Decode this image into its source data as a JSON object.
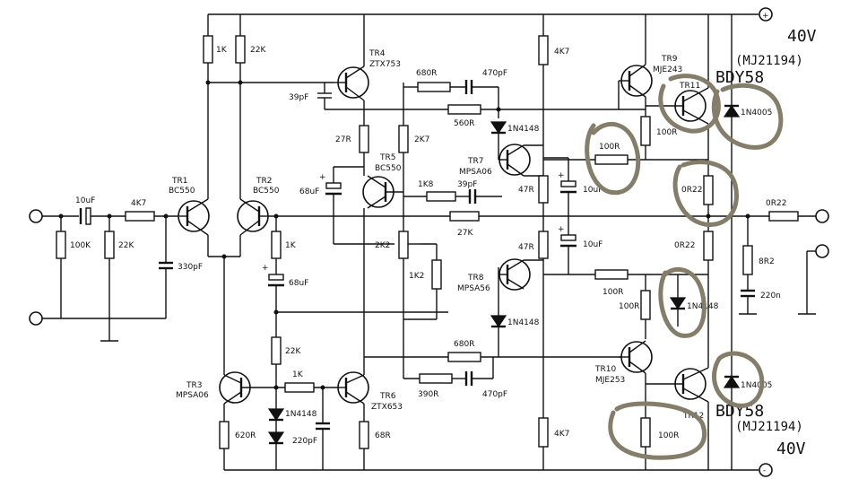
{
  "supply": {
    "positive_symbol": "+",
    "negative_symbol": "-",
    "positive_voltage": "40V",
    "negative_voltage": "40V",
    "top_device_note": "(MJ21194)",
    "bottom_device_note": "(MJ21194)",
    "top_output_type": "BDY58",
    "bottom_output_type": "BDY58"
  },
  "transistors": {
    "tr1": {
      "ref": "TR1",
      "type": "BC550"
    },
    "tr2": {
      "ref": "TR2",
      "type": "BC550"
    },
    "tr3": {
      "ref": "TR3",
      "type": "MPSA06"
    },
    "tr4": {
      "ref": "TR4",
      "type": "ZTX753"
    },
    "tr5": {
      "ref": "TR5",
      "type": "BC550"
    },
    "tr6": {
      "ref": "TR6",
      "type": "ZTX653"
    },
    "tr7": {
      "ref": "TR7",
      "type": "MPSA06"
    },
    "tr8": {
      "ref": "TR8",
      "type": "MPSA56"
    },
    "tr9": {
      "ref": "TR9",
      "type": "MJE243"
    },
    "tr10": {
      "ref": "TR10",
      "type": "MJE253"
    },
    "tr11": {
      "ref": "TR11"
    },
    "tr12": {
      "ref": "TR12"
    }
  },
  "resistors": {
    "r_1k_top": "1K",
    "r_22k_top": "22K",
    "r_100k": "100K",
    "r_22k_in": "22K",
    "r_4k7_in": "4K7",
    "r_27r": "27R",
    "r_2k7": "2K7",
    "r_1k_mid": "1K",
    "r_680r_top": "680R",
    "r_560r": "560R",
    "r_1k8": "1K8",
    "r_27k": "27K",
    "r_2k2": "2K2",
    "r_1k2": "1K2",
    "r_47r_top": "47R",
    "r_47r_bot": "47R",
    "r_4k7_top": "4K7",
    "r_4k7_bot": "4K7",
    "r_100r_a": "100R",
    "r_100r_b": "100R",
    "r_100r_c": "100R",
    "r_100r_d": "100R",
    "r_100r_e": "100R",
    "r_0r22_a": "0R22",
    "r_0r22_b": "0R22",
    "r_0r22_out": "0R22",
    "r_8r2": "8R2",
    "r_22k_low": "22K",
    "r_1k_low": "1K",
    "r_620r": "620R",
    "r_68r": "68R",
    "r_680r_bot": "680R",
    "r_390r": "390R"
  },
  "capacitors": {
    "c_10uf_in": "10uF",
    "c_330pf": "330pF",
    "c_39pf_top": "39pF",
    "c_68uf_left": "68uF",
    "c_68uf_mid": "68uF",
    "c_470pf_top": "470pF",
    "c_39pf_mid": "39pF",
    "c_10uf_a": "10uF",
    "c_10uf_b": "10uF",
    "c_220pf": "220pF",
    "c_470pf_bot": "470pF",
    "c_220n": "220n"
  },
  "diodes": {
    "d_top": "1N4148",
    "d_bot": "1N4148",
    "d_low": "1N4148",
    "d_vbe": "1N4148",
    "d_out_top": "1N4005",
    "d_out_bot": "1N4005"
  }
}
